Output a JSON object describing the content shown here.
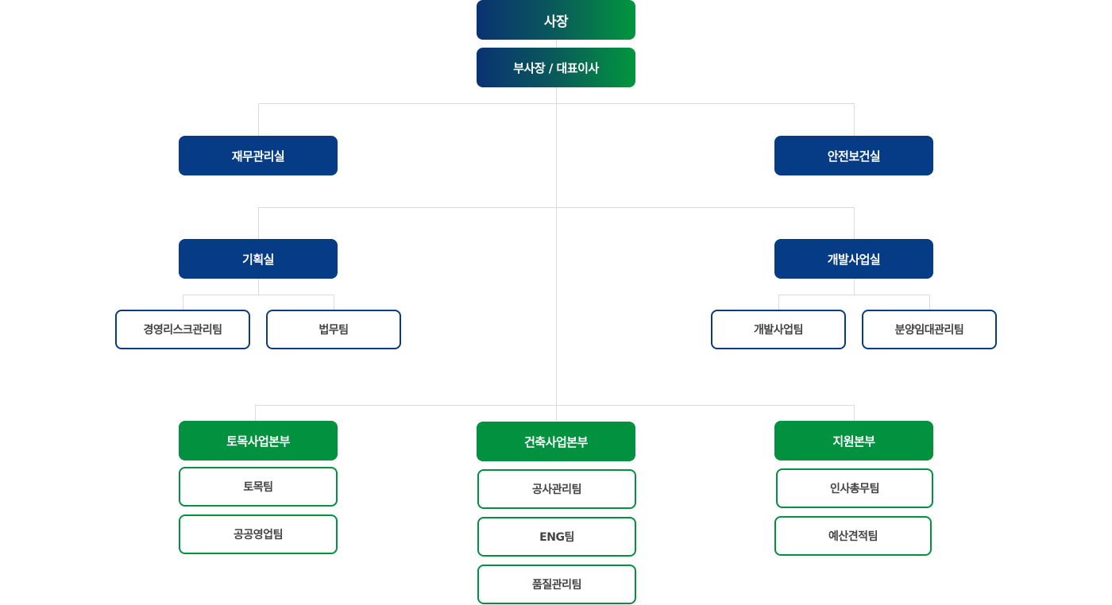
{
  "colors": {
    "blue": "#063c86",
    "green": "#02913f",
    "gradient_start": "#0a3272",
    "gradient_end": "#02963e",
    "line": "#dcdcdc"
  },
  "org": {
    "president": "사장",
    "vice_president": "부사장 / 대표이사",
    "finance": "재무관리실",
    "safety": "안전보건실",
    "planning": {
      "label": "기획실",
      "teams": [
        "경영리스크관리팀",
        "법무팀"
      ]
    },
    "development": {
      "label": "개발사업실",
      "teams": [
        "개발사업팀",
        "분양임대관리팀"
      ]
    },
    "civil": {
      "label": "토목사업본부",
      "teams": [
        "토목팀",
        "공공영업팀"
      ]
    },
    "construction": {
      "label": "건축사업본부",
      "teams": [
        "공사관리팀",
        "ENG팀",
        "품질관리팀"
      ]
    },
    "support": {
      "label": "지원본부",
      "teams": [
        "인사총무팀",
        "예산견적팀"
      ]
    }
  }
}
